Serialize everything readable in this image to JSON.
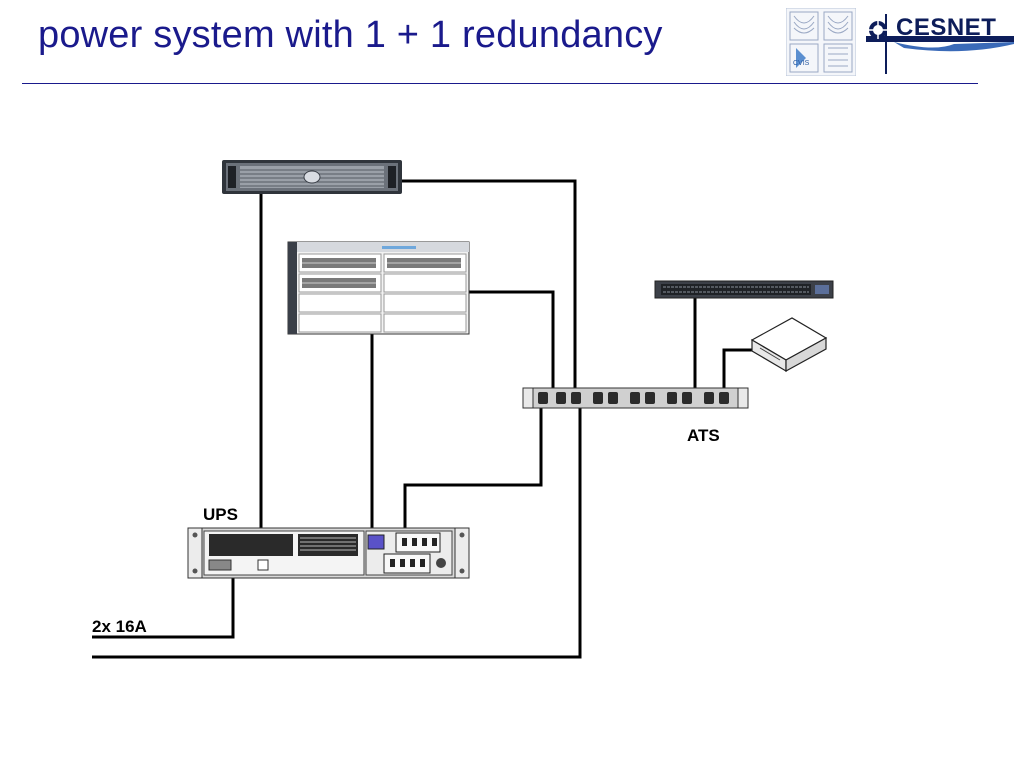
{
  "title": "power system with 1 + 1 redundancy",
  "logos": {
    "left": {
      "text": "CVIS",
      "icon": "cvis-logo"
    },
    "right": {
      "text": "CESNET",
      "icon": "cesnet-logo"
    }
  },
  "labels": {
    "ups": "UPS",
    "ats": "ATS",
    "mains": "2x 16A"
  },
  "colors": {
    "title": "#1a1a8c",
    "rule": "#1a1a8c",
    "wire": "#000000",
    "device_dark": "#3a3f48",
    "device_light": "#e6e6e6"
  }
}
